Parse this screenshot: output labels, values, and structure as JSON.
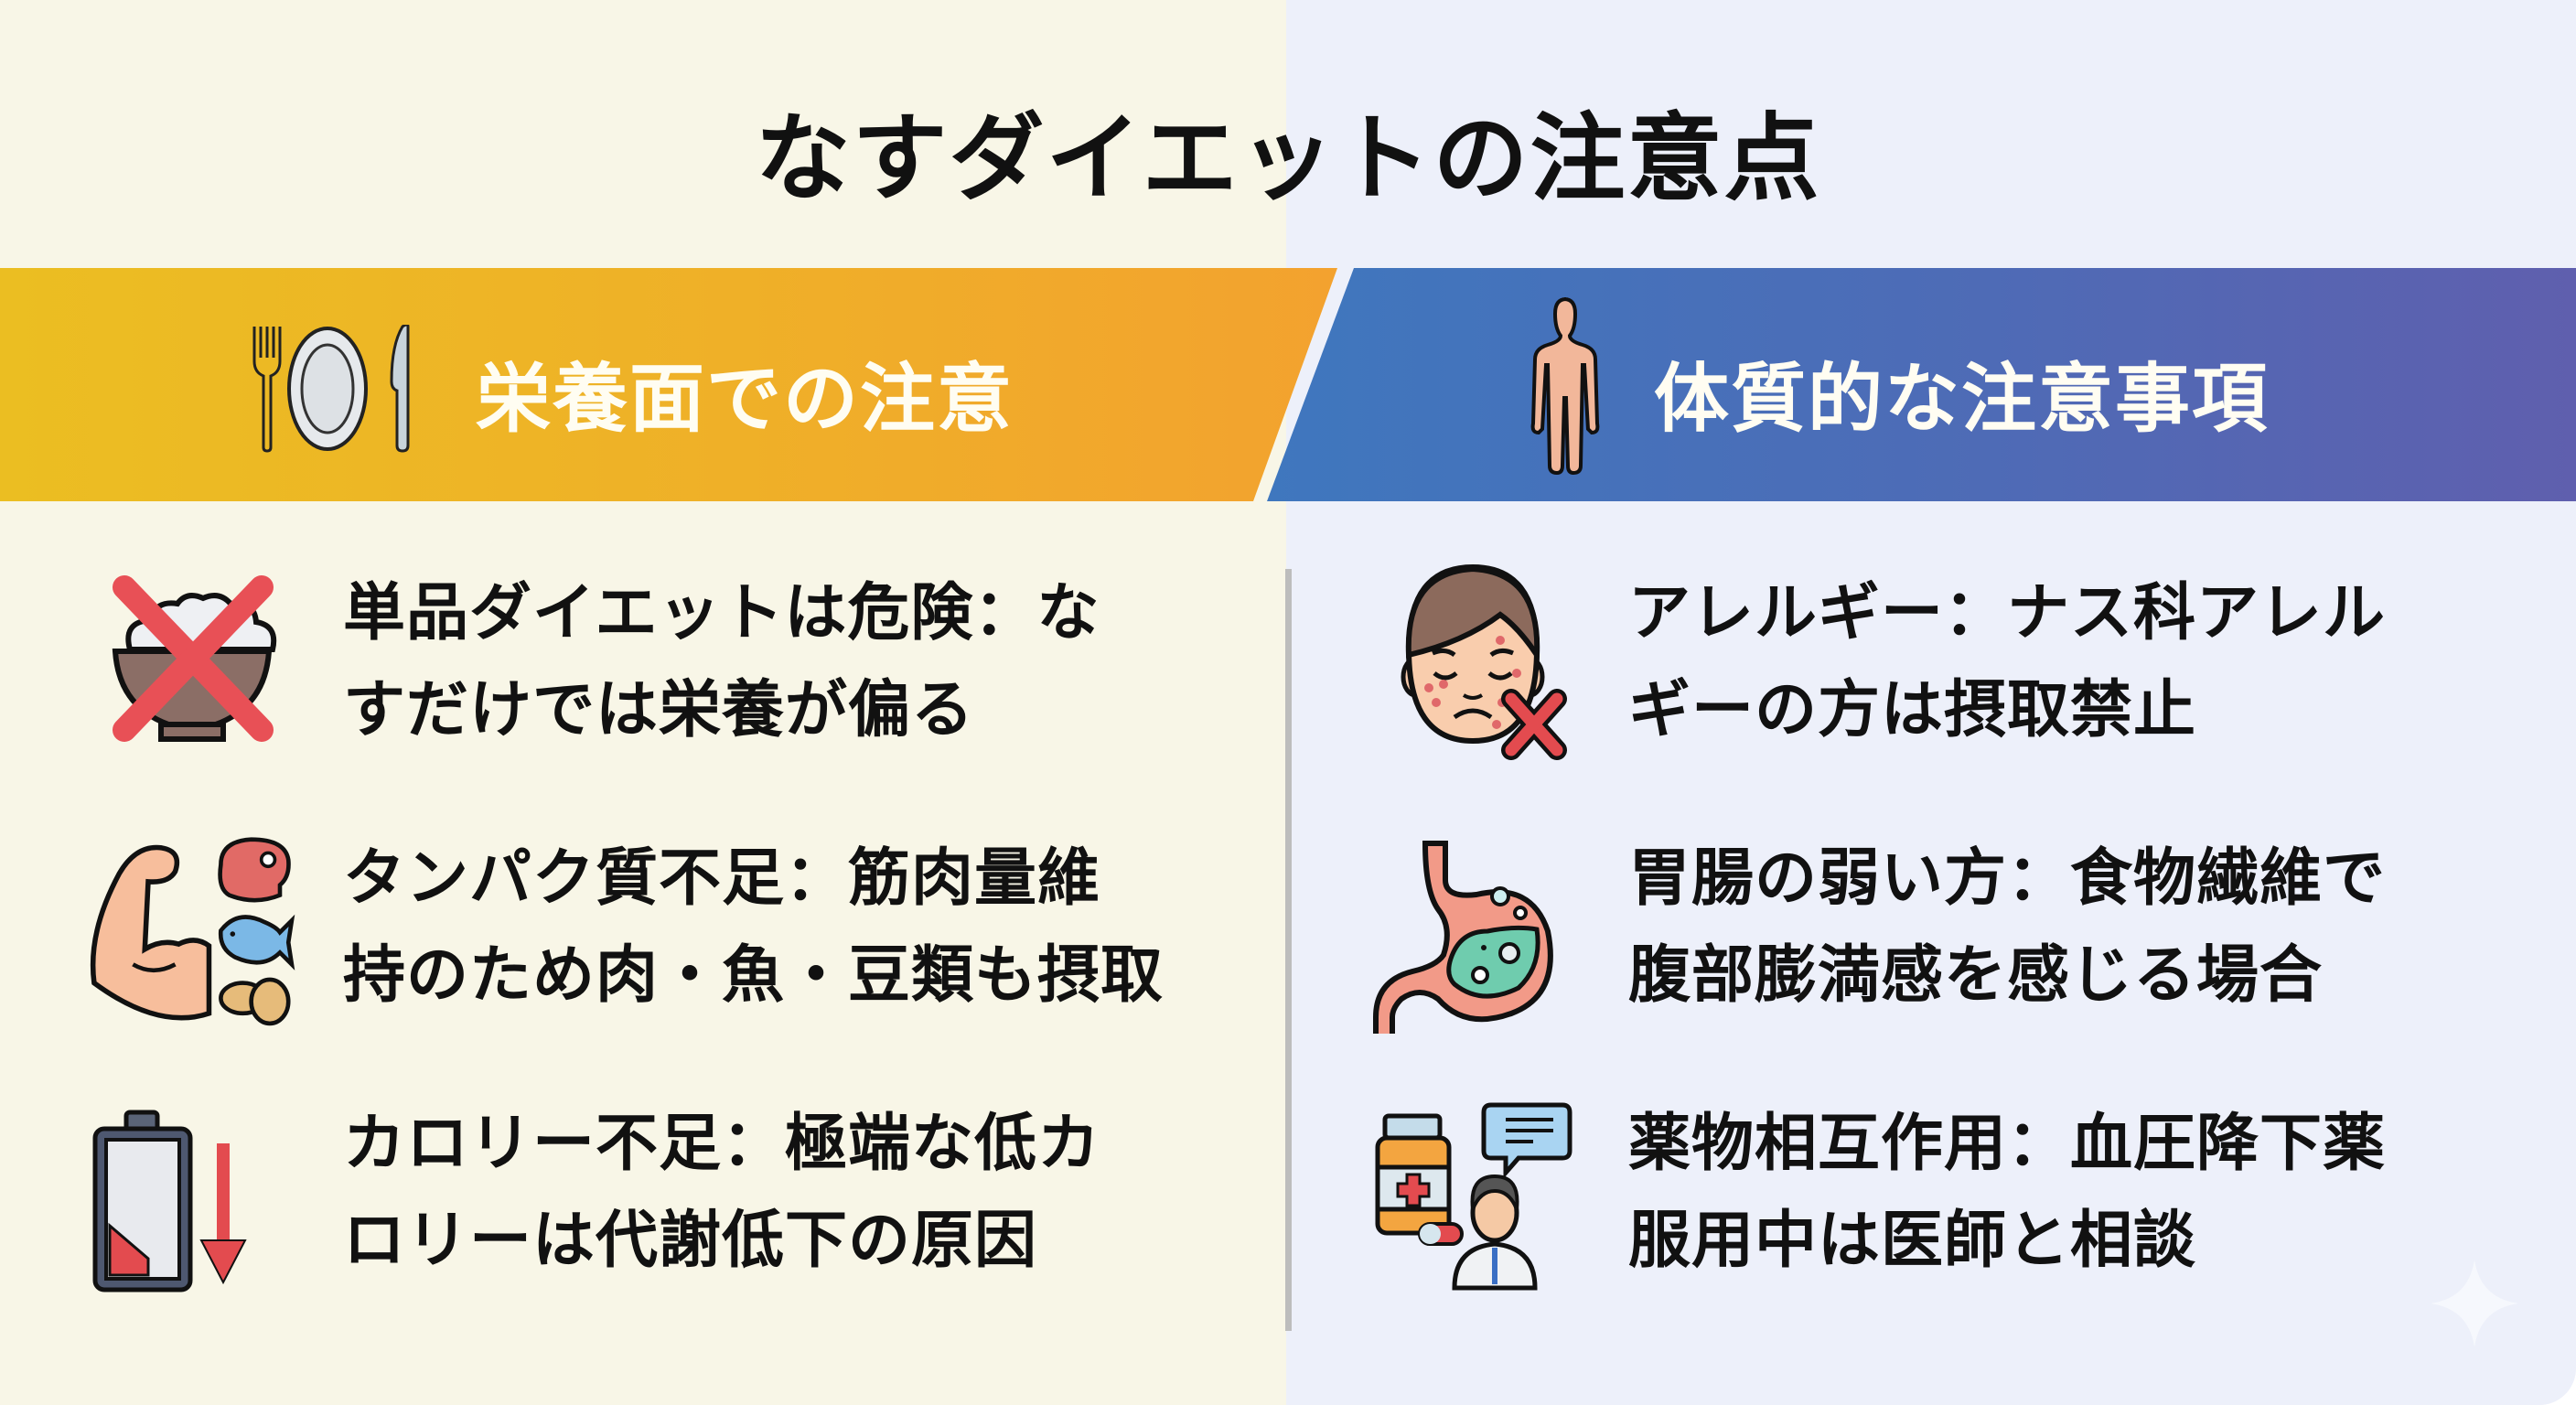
{
  "title": "なすダイエットの注意点",
  "colors": {
    "left_background": "#F8F6E7",
    "right_background": "#EDF0FA",
    "orange_band_start": "#EBBE22",
    "orange_band_end": "#F3A22F",
    "blue_band_start": "#3F77BE",
    "blue_band_end": "#5F5FAE",
    "divider": "#BDBDBD",
    "warning_red": "#E8484C"
  },
  "left_section": {
    "header": {
      "label": "栄養面での注意",
      "icon": "plate-fork-knife-icon"
    },
    "items": [
      {
        "icon": "rice-bowl-crossed-icon",
        "line1": "単品ダイエットは危険：な",
        "line2": "すだけでは栄養が偏る"
      },
      {
        "icon": "muscle-protein-icon",
        "line1": "タンパク質不足：筋肉量維",
        "line2": "持のため肉・魚・豆類も摂取"
      },
      {
        "icon": "low-battery-icon",
        "line1": "カロリー不足：極端な低カ",
        "line2": "ロリーは代謝低下の原因"
      }
    ]
  },
  "right_section": {
    "header": {
      "label": "体質的な注意事項",
      "icon": "human-body-icon"
    },
    "items": [
      {
        "icon": "allergy-face-icon",
        "line1": "アレルギー：ナス科アレル",
        "line2": "ギーの方は摂取禁止"
      },
      {
        "icon": "stomach-icon",
        "line1": "胃腸の弱い方：食物繊維で",
        "line2": "腹部膨満感を感じる場合"
      },
      {
        "icon": "medicine-doctor-icon",
        "line1": "薬物相互作用：血圧降下薬",
        "line2": "服用中は医師と相談"
      }
    ]
  },
  "decorations": {
    "corner_icon": "sparkle-icon"
  }
}
